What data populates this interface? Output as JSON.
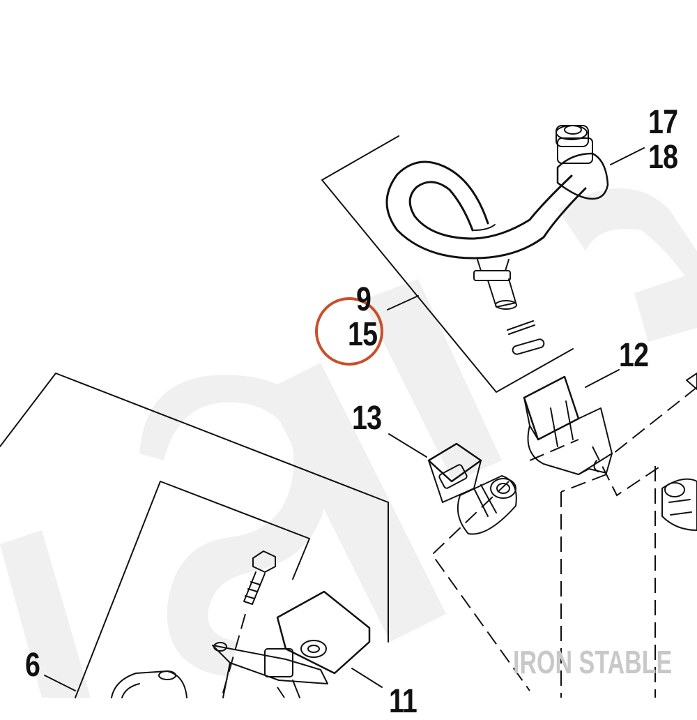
{
  "callouts": {
    "c17": "17",
    "c18": "18",
    "c9": "9",
    "c15": "15",
    "c12": "12",
    "c13": "13",
    "c6": "6",
    "c11": "11"
  },
  "watermark": {
    "text": "IRON STABLE"
  },
  "colors": {
    "highlight": "#c8502a",
    "line": "#111111",
    "watermark": "#c8c8c8"
  }
}
